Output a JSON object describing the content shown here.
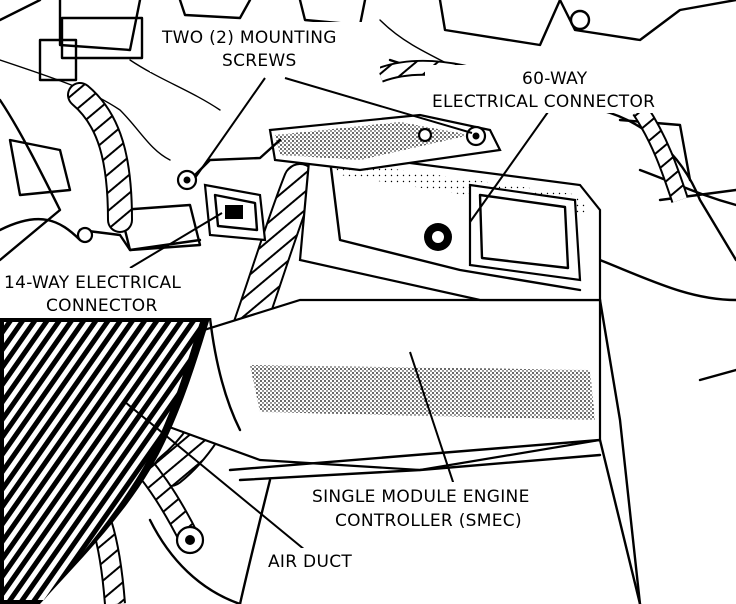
{
  "labels": {
    "mounting_screws_line1": "TWO (2) MOUNTING",
    "mounting_screws_line2": "SCREWS",
    "connector_60_line1": "60-WAY",
    "connector_60_line2": "ELECTRICAL CONNECTOR",
    "connector_14_line1": "14-WAY ELECTRICAL",
    "connector_14_line2": "CONNECTOR",
    "smec_line1": "SINGLE MODULE ENGINE",
    "smec_line2": "CONTROLLER (SMEC)",
    "air_duct": "AIR DUCT"
  },
  "colors": {
    "ink": "#000000",
    "paper": "#ffffff"
  }
}
